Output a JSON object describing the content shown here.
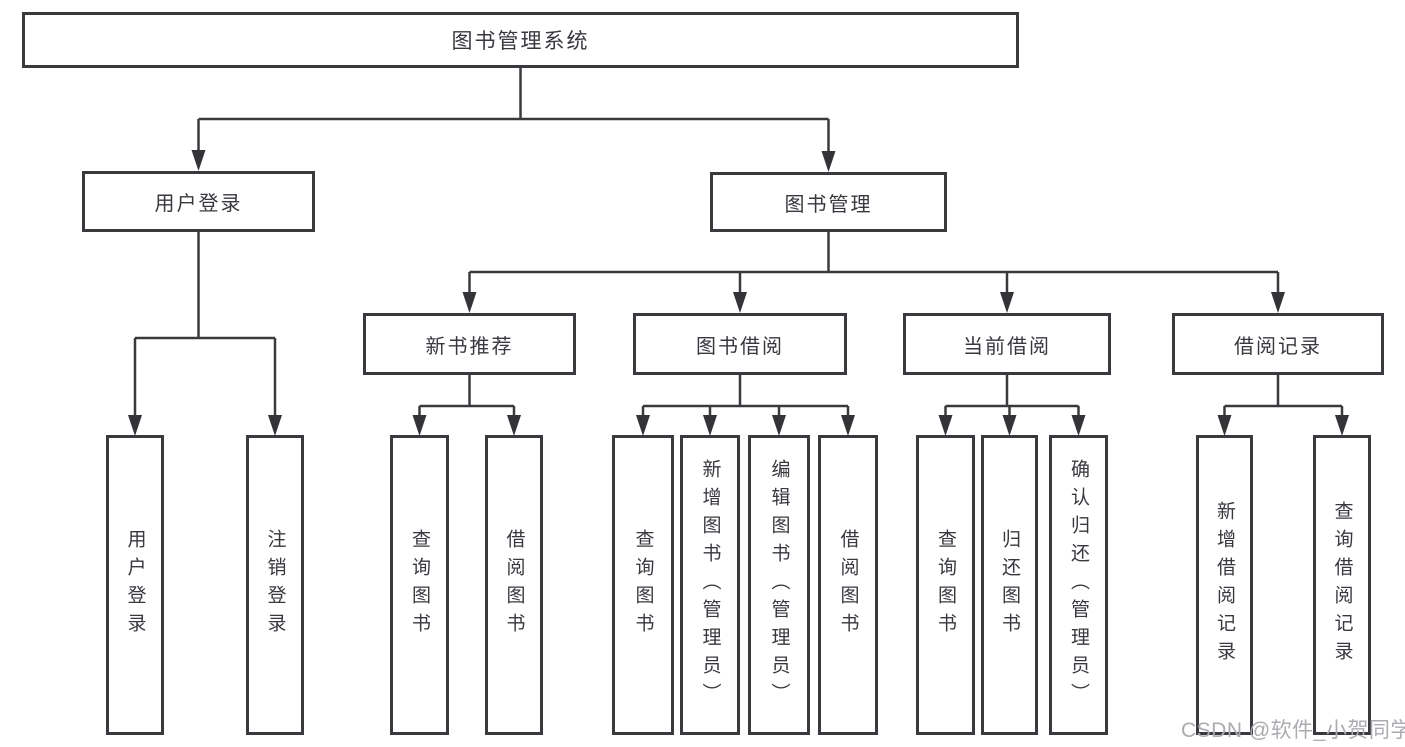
{
  "nodes": {
    "root": "图书管理系统",
    "user_login": "用户登录",
    "book_mgmt": "图书管理",
    "new_book_rec": "新书推荐",
    "book_borrow": "图书借阅",
    "current_borrow": "当前借阅",
    "borrow_record": "借阅记录",
    "leaf_user_login": "用户登录",
    "leaf_logout": "注销登录",
    "leaf_nbr_query": "查询图书",
    "leaf_nbr_borrow": "借阅图书",
    "leaf_bb_query": "查询图书",
    "leaf_bb_add": "新增图书（管理员）",
    "leaf_bb_edit": "编辑图书（管理员）",
    "leaf_bb_borrow": "借阅图书",
    "leaf_cb_query": "查询图书",
    "leaf_cb_return": "归还图书",
    "leaf_cb_confirm": "确认归还（管理员）",
    "leaf_br_add": "新增借阅记录",
    "leaf_br_query": "查询借阅记录"
  },
  "structure": {
    "图书管理系统": [
      "用户登录",
      "图书管理"
    ],
    "用户登录": [
      "用户登录",
      "注销登录"
    ],
    "图书管理": [
      "新书推荐",
      "图书借阅",
      "当前借阅",
      "借阅记录"
    ],
    "新书推荐": [
      "查询图书",
      "借阅图书"
    ],
    "图书借阅": [
      "查询图书",
      "新增图书（管理员）",
      "编辑图书（管理员）",
      "借阅图书"
    ],
    "当前借阅": [
      "查询图书",
      "归还图书",
      "确认归还（管理员）"
    ],
    "借阅记录": [
      "新增借阅记录",
      "查询借阅记录"
    ]
  },
  "watermark": "CSDN @软件_小贺同学",
  "colors": {
    "line": "#3a3a3e",
    "text": "#38383f",
    "box_background": "#ffffff",
    "watermark": "#abacb0",
    "page_background": "#ffffff"
  }
}
